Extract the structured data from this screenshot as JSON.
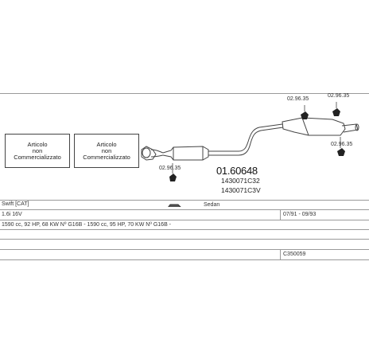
{
  "diagram": {
    "main_part": "01.60648",
    "alt_codes": [
      "1430071C32",
      "1430071C3V"
    ],
    "component_codes": {
      "clamp_front": "02.96.35",
      "clamp_rear_left": "02.96.35",
      "clamp_rear_right": "02.96.35",
      "clamp_rear_bottom": "02.96.35"
    },
    "not_for_sale_notes": [
      {
        "line1": "Articolo",
        "line2": "non",
        "line3": "Commercializzato"
      },
      {
        "line1": "Articolo",
        "line2": "non",
        "line3": "Commercializzato"
      }
    ]
  },
  "info": {
    "model": "Swift [CAT]",
    "body": "Sedan",
    "engine": "1.6i 16V",
    "dates": "07/91 - 09/93",
    "specs": "1590 cc, 92 HP, 68 KW Nº G16B - 1590 cc, 95 HP, 70 KW Nº G16B -",
    "catalog_code": "C350059"
  },
  "colors": {
    "line": "#444444",
    "grid": "#9a9a9a"
  }
}
